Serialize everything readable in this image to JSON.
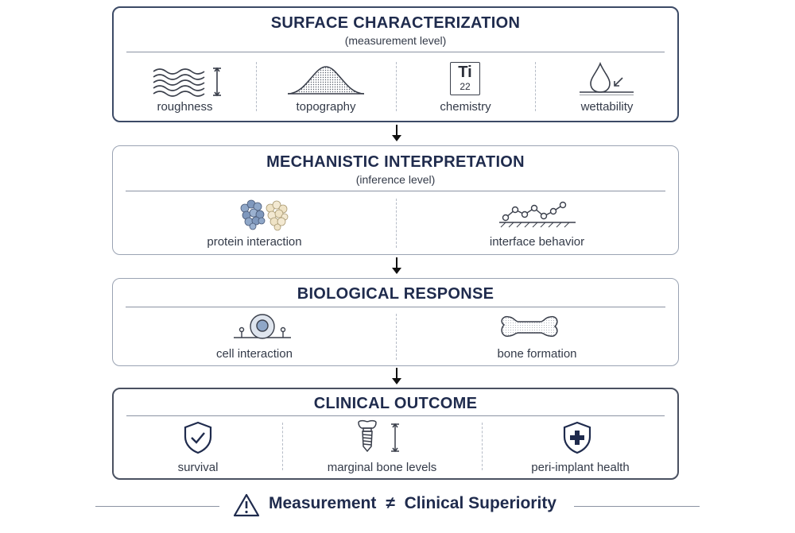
{
  "boxes": [
    {
      "title": "SURFACE CHARACTERIZATION",
      "subtitle": "(measurement level)",
      "items": [
        {
          "label": "roughness",
          "icon": "roughness-icon"
        },
        {
          "label": "topography",
          "icon": "topography-icon"
        },
        {
          "label": "chemistry",
          "icon": "titanium-element-icon",
          "symbol": "Ti",
          "number": "22"
        },
        {
          "label": "wettability",
          "icon": "water-droplet-icon"
        }
      ]
    },
    {
      "title": "MECHANISTIC INTERPRETATION",
      "subtitle": "(inference level)",
      "items": [
        {
          "label": "protein interaction",
          "icon": "protein-molecules-icon"
        },
        {
          "label": "interface behavior",
          "icon": "molecular-chain-icon"
        }
      ]
    },
    {
      "title": "BIOLOGICAL RESPONSE",
      "items": [
        {
          "label": "cell interaction",
          "icon": "cell-icon"
        },
        {
          "label": "bone formation",
          "icon": "bone-icon"
        }
      ]
    },
    {
      "title": "CLINICAL OUTCOME",
      "items": [
        {
          "label": "survival",
          "icon": "shield-check-icon"
        },
        {
          "label": "marginal bone levels",
          "icon": "dental-implant-icon"
        },
        {
          "label": "peri-implant health",
          "icon": "shield-plus-icon"
        }
      ]
    }
  ],
  "footer": {
    "text_left": "Measurement",
    "symbol": "≠",
    "text_right": "Clinical Superiority",
    "icon": "warning-triangle-icon"
  },
  "colors": {
    "title": "#1f2b4d",
    "border_dark": "#3c4a66",
    "border_light": "#9aa3b3",
    "text": "#333a48",
    "protein_blue": "#8fa7c8",
    "protein_beige": "#efe3c6"
  }
}
